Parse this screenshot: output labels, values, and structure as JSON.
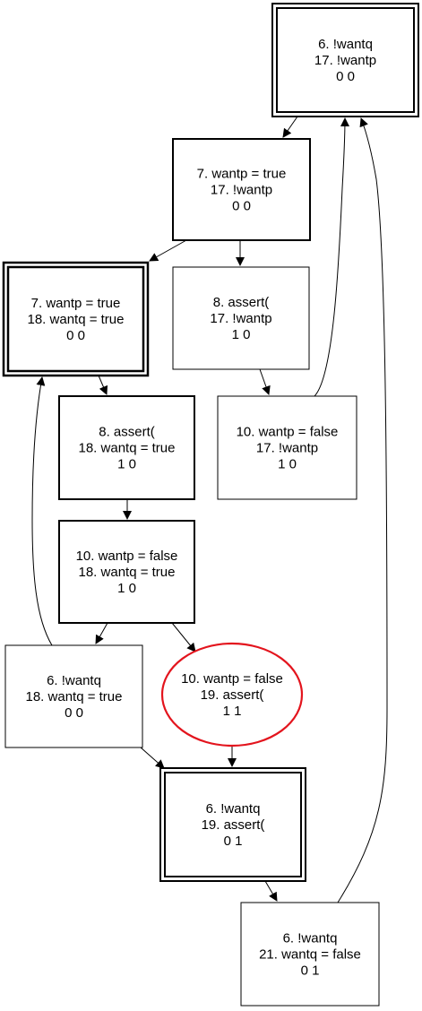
{
  "nodes": [
    {
      "id": "n1",
      "lines": [
        "6. !wantq",
        "17. !wantp",
        "0 0"
      ],
      "style": "double"
    },
    {
      "id": "n2",
      "lines": [
        "7. wantp = true",
        "17. !wantp",
        "0 0"
      ],
      "style": "bold"
    },
    {
      "id": "n3",
      "lines": [
        "7. wantp = true",
        "18. wantq = true",
        "0 0"
      ],
      "style": "double-bold"
    },
    {
      "id": "n4",
      "lines": [
        "8. assert(",
        "17. !wantp",
        "1 0"
      ],
      "style": "plain"
    },
    {
      "id": "n5",
      "lines": [
        "10. wantp = false",
        "17. !wantp",
        "1 0"
      ],
      "style": "plain"
    },
    {
      "id": "n6",
      "lines": [
        "8. assert(",
        "18. wantq = true",
        "1 0"
      ],
      "style": "bold"
    },
    {
      "id": "n7",
      "lines": [
        "10. wantp = false",
        "18. wantq = true",
        "1 0"
      ],
      "style": "bold"
    },
    {
      "id": "n8",
      "lines": [
        "6. !wantq",
        "18. wantq = true",
        "0 0"
      ],
      "style": "plain"
    },
    {
      "id": "n9",
      "lines": [
        "10. wantp = false",
        "19. assert(",
        "1 1"
      ],
      "style": "ellipse",
      "color": "#e3141d"
    },
    {
      "id": "n10",
      "lines": [
        "6. !wantq",
        "19. assert(",
        "0 1"
      ],
      "style": "double"
    },
    {
      "id": "n11",
      "lines": [
        "6. !wantq",
        "21. wantq = false",
        "0 1"
      ],
      "style": "plain"
    }
  ],
  "edges": [
    {
      "from": "n1",
      "to": "n2"
    },
    {
      "from": "n2",
      "to": "n3"
    },
    {
      "from": "n2",
      "to": "n4"
    },
    {
      "from": "n4",
      "to": "n5"
    },
    {
      "from": "n5",
      "to": "n1"
    },
    {
      "from": "n3",
      "to": "n6"
    },
    {
      "from": "n6",
      "to": "n7"
    },
    {
      "from": "n7",
      "to": "n8"
    },
    {
      "from": "n7",
      "to": "n9"
    },
    {
      "from": "n8",
      "to": "n3"
    },
    {
      "from": "n8",
      "to": "n10"
    },
    {
      "from": "n9",
      "to": "n10"
    },
    {
      "from": "n10",
      "to": "n11"
    },
    {
      "from": "n11",
      "to": "n1"
    }
  ]
}
